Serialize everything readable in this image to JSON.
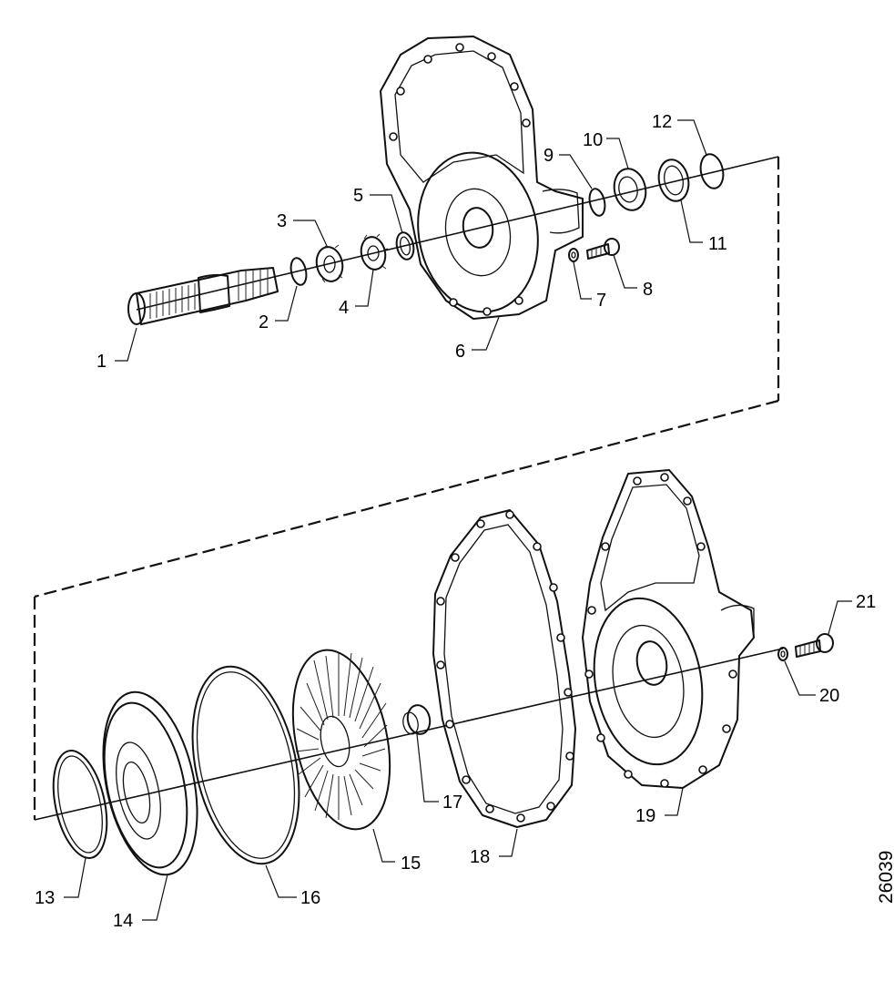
{
  "diagram": {
    "reference_number": "26039",
    "callouts": [
      "1",
      "2",
      "3",
      "4",
      "5",
      "6",
      "7",
      "8",
      "9",
      "10",
      "11",
      "12",
      "13",
      "14",
      "15",
      "16",
      "17",
      "18",
      "19",
      "20",
      "21"
    ]
  }
}
